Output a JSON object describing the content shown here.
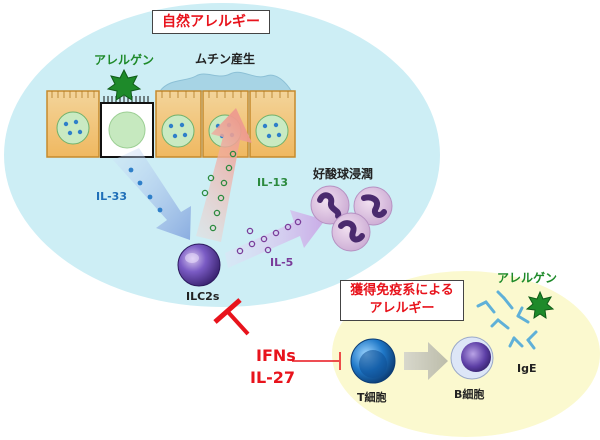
{
  "innate": {
    "title": "自然アレルギー",
    "allergen_label": "アレルゲン",
    "mucin_label": "ムチン産生",
    "il33_label": "IL-33",
    "il13_label": "IL-13",
    "il5_label": "IL-5",
    "eosinophil_label": "好酸球浸潤",
    "ilc_label": "ILC2s"
  },
  "acquired": {
    "title_line1": "獲得免疫系による",
    "title_line2": "アレルギー",
    "allergen_label": "アレルゲン",
    "tcell_label": "T細胞",
    "bcell_label": "B細胞",
    "ige_label": "IgE"
  },
  "inhibitors": {
    "line1": "IFNs",
    "line2": "IL-27"
  },
  "colors": {
    "innate_bg": "#cdeef5",
    "acquired_bg": "#fbf9cf",
    "title_red": "#e8131c",
    "allergen_green": "#1e8a2a",
    "il33_blue": "#1f6fb8",
    "il13_green": "#2b8a3e",
    "il5_purple": "#7a3c9a"
  }
}
